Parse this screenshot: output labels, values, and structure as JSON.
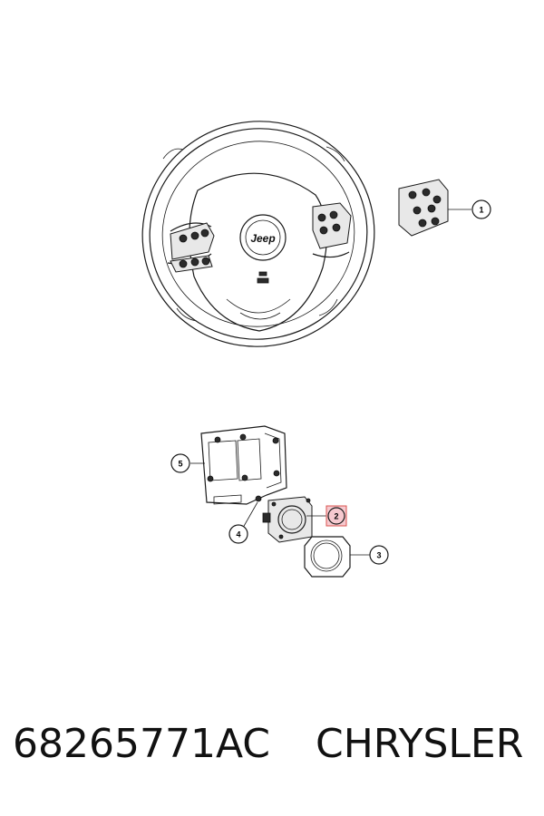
{
  "callouts": [
    {
      "number": "1",
      "highlighted": false
    },
    {
      "number": "2",
      "highlighted": true
    },
    {
      "number": "3",
      "highlighted": false
    },
    {
      "number": "4",
      "highlighted": false
    },
    {
      "number": "5",
      "highlighted": false
    }
  ],
  "wheel_logo_text": "Jeep",
  "footer": {
    "part_number": "68265771AC",
    "brand": "CHRYSLER"
  },
  "colors": {
    "highlight_fill": "#f6c9cf",
    "highlight_stroke": "#d9534f",
    "line": "#1a1a1a"
  }
}
